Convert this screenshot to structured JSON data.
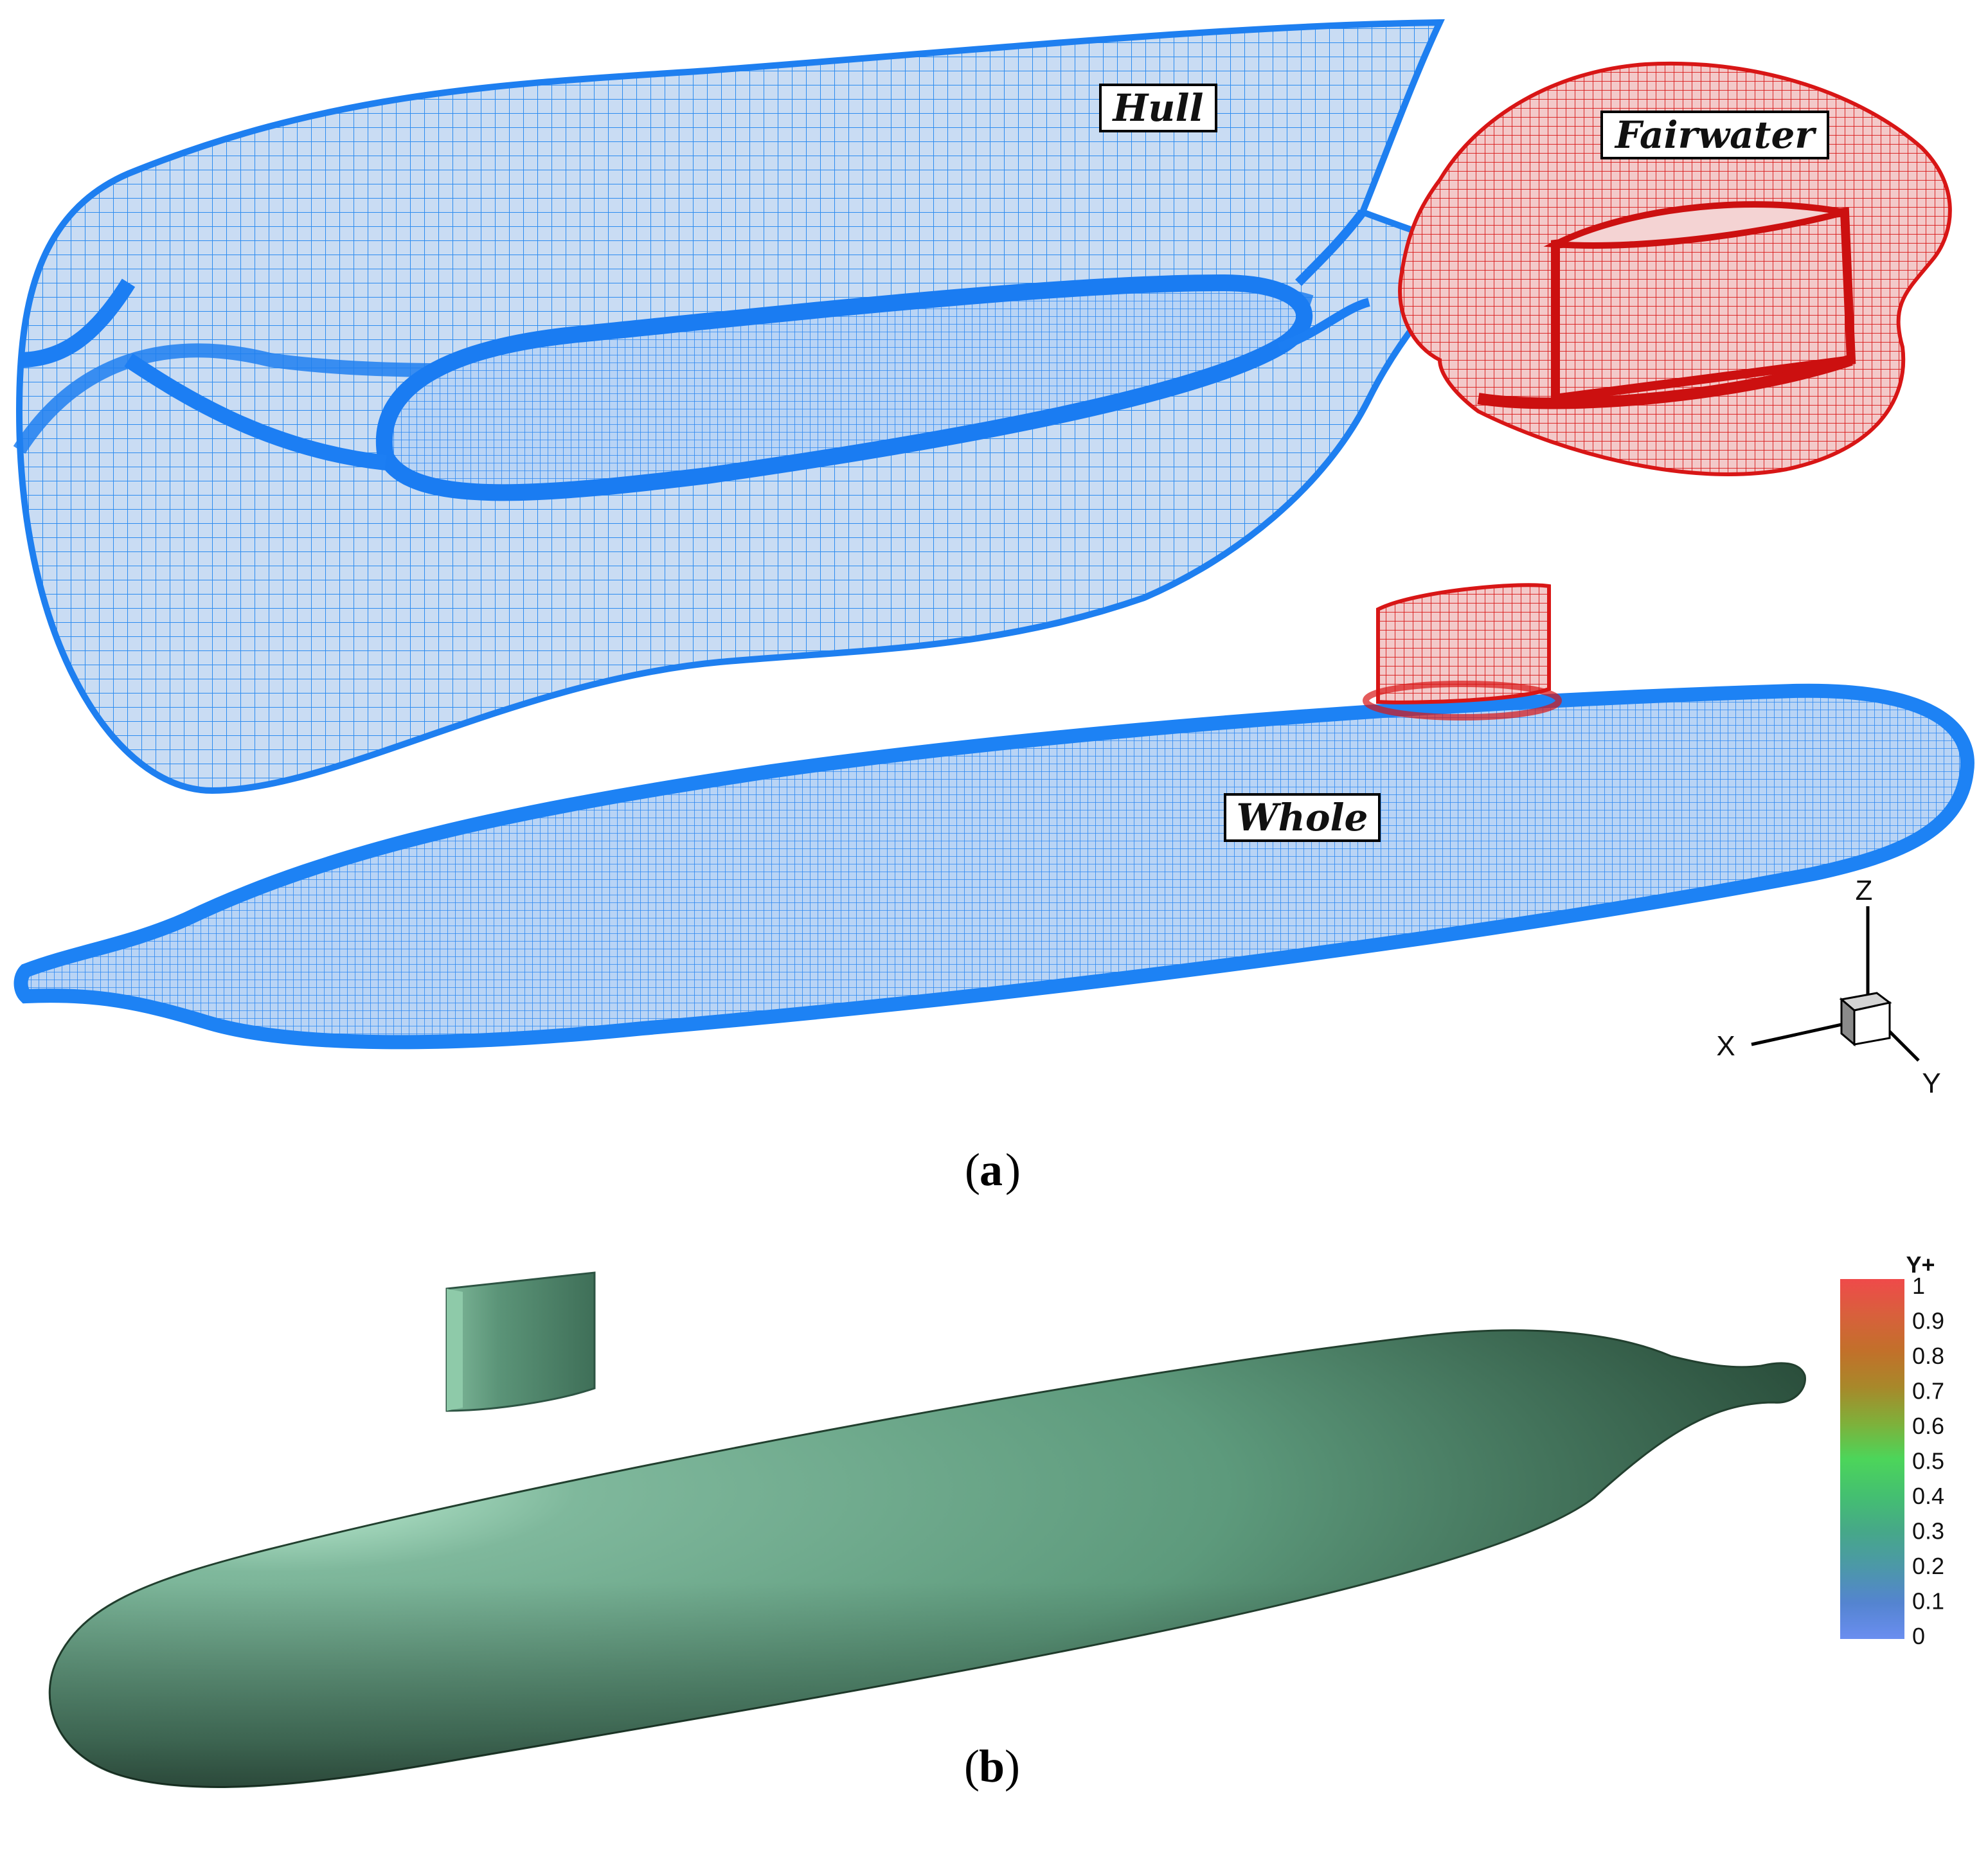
{
  "panel_a": {
    "labels": {
      "hull": "Hull",
      "fairwater": "Fairwater",
      "whole": "Whole"
    },
    "axes": {
      "x": "X",
      "y": "Y",
      "z": "Z"
    },
    "caption_letter": "a",
    "colors": {
      "hull_mesh": "#1e8cff",
      "fairwater_mesh": "#e01818"
    }
  },
  "panel_b": {
    "caption_letter": "b",
    "colorbar": {
      "title": "Y+",
      "ticks": [
        "1",
        "0.9",
        "0.8",
        "0.7",
        "0.6",
        "0.5",
        "0.4",
        "0.3",
        "0.2",
        "0.1",
        "0"
      ],
      "range": [
        0,
        1
      ],
      "colors": [
        "#ef4a4a",
        "#d8603c",
        "#c2702a",
        "#a8882a",
        "#7fb03a",
        "#4cd55a",
        "#44c070",
        "#46a888",
        "#4c98a8",
        "#5484d0",
        "#6a8ef0"
      ]
    },
    "surface_color": "#6aa088"
  }
}
